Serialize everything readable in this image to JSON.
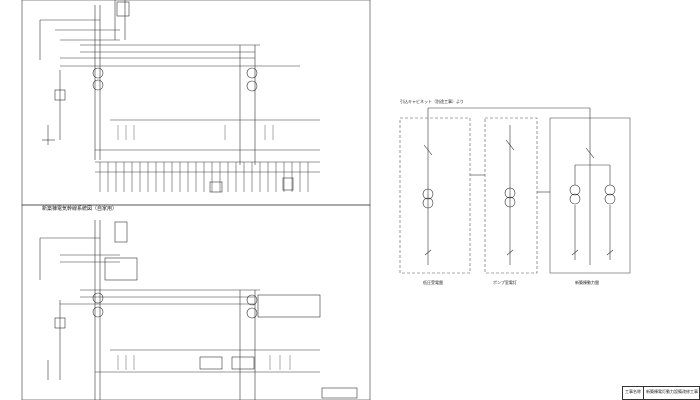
{
  "sheet": {
    "upper_left_title": "新築棟電気幹線系統図（自家用）",
    "right_source_label": "引込キャビネット（別途工事）より",
    "right_panel_labels": [
      "低圧受電盤",
      "ポンプ室電灯",
      "新築棟動力盤"
    ],
    "title_block": {
      "label": "工事名称",
      "value": "新築棟電灯動力設備改修工事"
    }
  }
}
